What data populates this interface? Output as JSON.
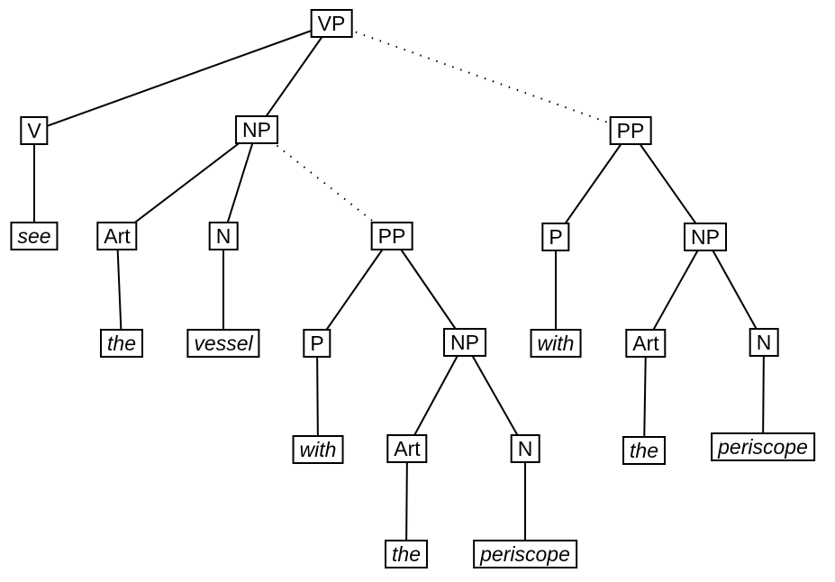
{
  "diagram": {
    "type": "syntax-tree",
    "colors": {
      "background": "#ffffff",
      "line": "#000000",
      "box_border": "#000000",
      "box_fill": "#ffffff",
      "text": "#000000"
    },
    "nodes": [
      {
        "id": "vp",
        "label": "VP",
        "kind": "phrase"
      },
      {
        "id": "v",
        "label": "V",
        "kind": "category"
      },
      {
        "id": "np-top",
        "label": "NP",
        "kind": "phrase"
      },
      {
        "id": "pp-right",
        "label": "PP",
        "kind": "phrase"
      },
      {
        "id": "see",
        "label": "see",
        "kind": "word"
      },
      {
        "id": "art-left",
        "label": "Art",
        "kind": "category"
      },
      {
        "id": "n-left",
        "label": "N",
        "kind": "category"
      },
      {
        "id": "pp-mid",
        "label": "PP",
        "kind": "phrase"
      },
      {
        "id": "p-right",
        "label": "P",
        "kind": "category"
      },
      {
        "id": "np-right",
        "label": "NP",
        "kind": "phrase"
      },
      {
        "id": "the-left",
        "label": "the",
        "kind": "word"
      },
      {
        "id": "vessel",
        "label": "vessel",
        "kind": "word"
      },
      {
        "id": "p-mid",
        "label": "P",
        "kind": "category"
      },
      {
        "id": "np-mid",
        "label": "NP",
        "kind": "phrase"
      },
      {
        "id": "with-right",
        "label": "with",
        "kind": "word"
      },
      {
        "id": "art-right",
        "label": "Art",
        "kind": "category"
      },
      {
        "id": "n-right",
        "label": "N",
        "kind": "category"
      },
      {
        "id": "with-mid",
        "label": "with",
        "kind": "word"
      },
      {
        "id": "art-mid",
        "label": "Art",
        "kind": "category"
      },
      {
        "id": "n-mid",
        "label": "N",
        "kind": "category"
      },
      {
        "id": "the-right",
        "label": "the",
        "kind": "word"
      },
      {
        "id": "periscope-right",
        "label": "periscope",
        "kind": "word"
      },
      {
        "id": "the-mid",
        "label": "the",
        "kind": "word"
      },
      {
        "id": "periscope-mid",
        "label": "periscope",
        "kind": "word"
      }
    ],
    "edges": [
      {
        "from": "vp",
        "to": "v",
        "style": "solid"
      },
      {
        "from": "vp",
        "to": "np-top",
        "style": "solid"
      },
      {
        "from": "vp",
        "to": "pp-right",
        "style": "dotted"
      },
      {
        "from": "v",
        "to": "see",
        "style": "solid"
      },
      {
        "from": "np-top",
        "to": "art-left",
        "style": "solid"
      },
      {
        "from": "np-top",
        "to": "n-left",
        "style": "solid"
      },
      {
        "from": "np-top",
        "to": "pp-mid",
        "style": "dotted"
      },
      {
        "from": "art-left",
        "to": "the-left",
        "style": "solid"
      },
      {
        "from": "n-left",
        "to": "vessel",
        "style": "solid"
      },
      {
        "from": "pp-mid",
        "to": "p-mid",
        "style": "solid"
      },
      {
        "from": "pp-mid",
        "to": "np-mid",
        "style": "solid"
      },
      {
        "from": "p-mid",
        "to": "with-mid",
        "style": "solid"
      },
      {
        "from": "np-mid",
        "to": "art-mid",
        "style": "solid"
      },
      {
        "from": "np-mid",
        "to": "n-mid",
        "style": "solid"
      },
      {
        "from": "art-mid",
        "to": "the-mid",
        "style": "solid"
      },
      {
        "from": "n-mid",
        "to": "periscope-mid",
        "style": "solid"
      },
      {
        "from": "pp-right",
        "to": "p-right",
        "style": "solid"
      },
      {
        "from": "pp-right",
        "to": "np-right",
        "style": "solid"
      },
      {
        "from": "p-right",
        "to": "with-right",
        "style": "solid"
      },
      {
        "from": "np-right",
        "to": "art-right",
        "style": "solid"
      },
      {
        "from": "np-right",
        "to": "n-right",
        "style": "solid"
      },
      {
        "from": "art-right",
        "to": "the-right",
        "style": "solid"
      },
      {
        "from": "n-right",
        "to": "periscope-right",
        "style": "solid"
      }
    ]
  }
}
